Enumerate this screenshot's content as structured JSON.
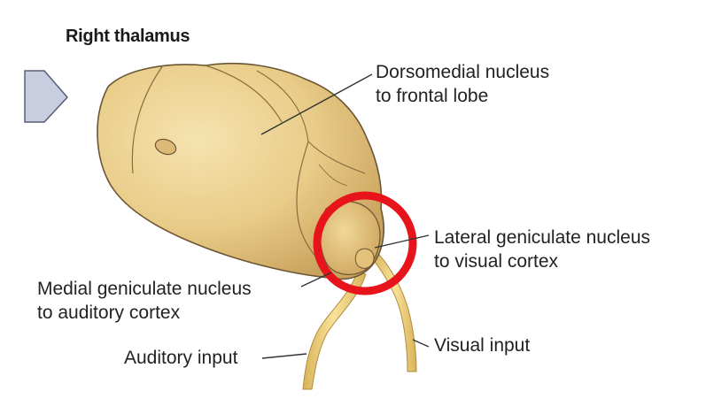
{
  "title": "Right thalamus",
  "labels": {
    "dorsomedial": {
      "line1": "Dorsomedial nucleus",
      "line2": "to frontal lobe"
    },
    "lateral_geniculate": {
      "line1": "Lateral geniculate nucleus",
      "line2": "to visual cortex"
    },
    "medial_geniculate": {
      "line1": "Medial geniculate nucleus",
      "line2": "to auditory cortex"
    },
    "auditory_input": "Auditory input",
    "visual_input": "Visual input"
  },
  "colors": {
    "thalamus_fill": "#e9cf8e",
    "thalamus_shadow": "#c9a25c",
    "thalamus_outline": "#6a5535",
    "nerve_fill": "#f1d27c",
    "highlight_circle": "#e8141b",
    "arrow_fill": "#c9cde0",
    "arrow_outline": "#5a5e76",
    "leader_line": "#333333"
  },
  "icons": {
    "direction_arrow": "arrow-right-icon",
    "highlight": "highlight-circle-icon"
  }
}
